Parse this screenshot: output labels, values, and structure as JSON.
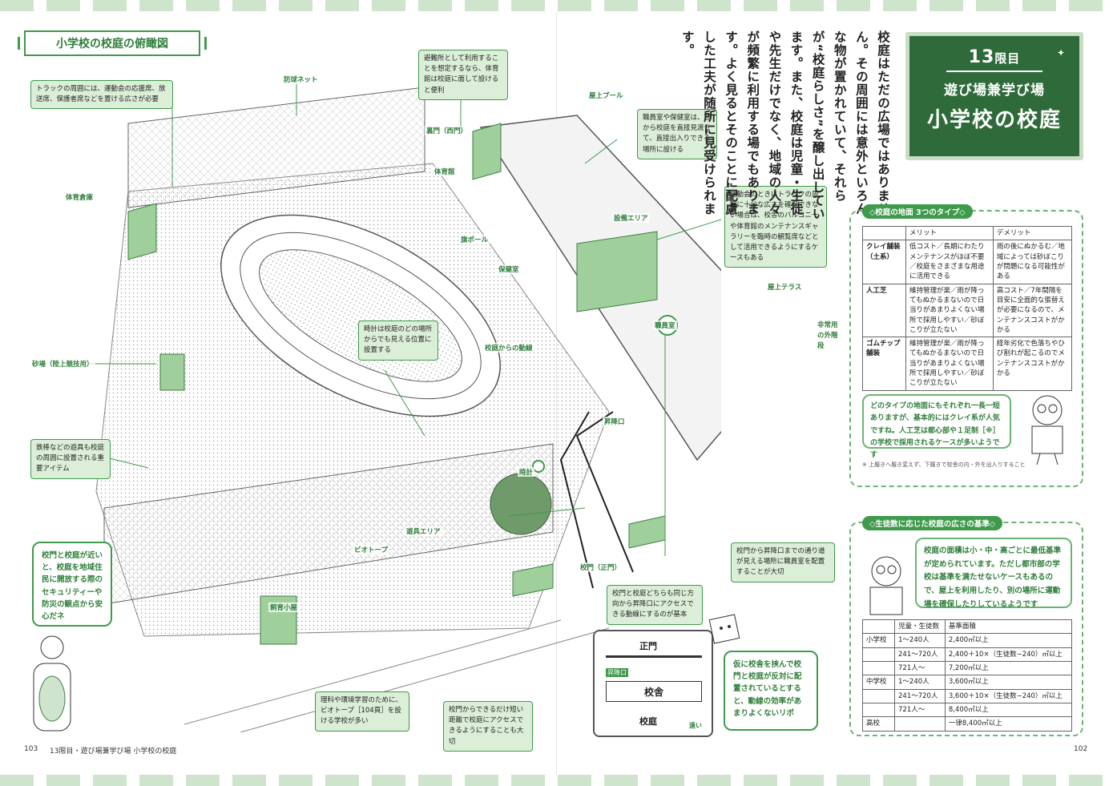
{
  "page_title": "小学校の校庭の俯瞰図",
  "labels": {
    "bosai_net": "防球ネット",
    "seimon_nishi": "裏門（西門）",
    "taiikukan": "体育館",
    "okujo_pool": "屋上プール",
    "taiiku_souko": "体育倉庫",
    "setsubi_area": "設備エリア",
    "hata_pole": "旗ポール",
    "hokenshitsu": "保健室",
    "okujo_terrace": "屋上テラス",
    "shokuinshitsu": "職員室",
    "hijoyo_kaidan": "非常用の外階段",
    "sunaba": "砂場（陸上競技用）",
    "kotei_doosen": "校庭からの動線",
    "shokoguchi": "昇降口",
    "tokei": "時計",
    "dougu_area": "遊具エリア",
    "biotope": "ビオトープ",
    "shiiku_goya": "飼育小屋",
    "komon_seimon": "校門（正門）"
  },
  "notes": {
    "track": "トラックの周囲には、運動会の応援席、放送席、保護者席などを置ける広さが必要",
    "hinanjo": "避難所として利用することを想定するなら、体育館は校庭に面して設けると便利",
    "shokuin_hoken": "職員室や保健室は、窓から校庭を直接見渡せて、直接出入りできる場所に設ける",
    "undokai": "運動会のときにトラックの周囲に十分な広さを確保できない場合は、校舎のバルコニーや体育館のメンテナンスギャラリーを臨時の観覧席などとして活用できるようにするケースもある",
    "tokei": "時計は校庭のどの場所からでも見える位置に設置する",
    "tetsubou": "鉄棒などの遊具も校庭の周囲に設置される重要アイテム",
    "biotope": "理科や環境学習のために、ビオトープ［104頁］を設ける学校が多い",
    "komon_short": "校門からできるだけ短い距離で校庭にアクセスできるようにすることも大切",
    "same_dir": "校門と校庭どちらも同じ方向から昇降口にアクセスできる動線にするのが基本",
    "shokuin_view": "校門から昇降口までの通り道が見える場所に職員室を配置することが大切"
  },
  "speech_left": "校門と校庭が近いと、校庭を地域住民に開放する際のセキュリティーや防災の観点から安心だネ",
  "speech_mini": "仮に校舎を挟んで校門と校庭が反対に配置されているとすると、動線の効率があまりよくないリポ",
  "mini_map": {
    "gate": "正門",
    "entrance": "昇降口",
    "building": "校舎",
    "yard": "校庭",
    "far": "遠い"
  },
  "board": {
    "period_num": "13",
    "period_unit": "限目",
    "subtitle": "遊び場兼学び場",
    "main": "小学校の校庭"
  },
  "intro": "校庭はただの広場ではありません。その周囲には意外といろんな物が置かれていて、それらが“校庭らしさ”を醸し出しています。また、校庭は児童・生徒や先生だけでなく、地域の人々が頻繁に利用する場でもあります。よく見るとそのことに配慮した工夫が随所に見受けられます。",
  "panel1": {
    "title": "◇校庭の地面 3つのタイプ◇",
    "headers": [
      "",
      "メリット",
      "デメリット"
    ],
    "rows": [
      [
        "クレイ舗装（土系）",
        "低コスト／長期にわたりメンテナンスがほぼ不要／校庭をさまざまな用途に活用できる",
        "雨の後にぬかるむ／地域によっては砂ぼこりが問題になる可能性がある"
      ],
      [
        "人工芝",
        "維持管理が楽／雨が降ってもぬかるまないので日当りがあまりよくない場所で採用しやすい／砂ぼこりが立たない",
        "高コスト／7年間隔を目安に全面的な張替えが必要になるので、メンテナンスコストがかかる"
      ],
      [
        "ゴムチップ舗装",
        "維持管理が楽／雨が降ってもぬかるまないので日当りがあまりよくない場所で採用しやすい／砂ぼこりが立たない",
        "経年劣化で色落ちやひび割れが起こるのでメンテナンスコストがかかる"
      ]
    ],
    "tip": "どのタイプの地面にもそれぞれ一長一短ありますが、基本的にはクレイ系が人気ですね。人工芝は都心部や１足制［※］の学校で採用されるケースが多いようです",
    "footnote": "※ 上履きへ履き変えず、下履きで校舎の内・外を出入りすること"
  },
  "panel2": {
    "title": "◇生徒数に応じた校庭の広さの基準◇",
    "tip": "校庭の面積は小・中・高ごとに最低基準が定められています。ただし都市部の学校は基準を満たせないケースもあるので、屋上を利用したり、別の場所に運動場を確保したりしているようです",
    "headers": [
      "",
      "児童・生徒数",
      "基準面積"
    ],
    "rows": [
      [
        "小学校",
        "1～240人",
        "2,400㎡以上"
      ],
      [
        "",
        "241～720人",
        "2,400＋10×（生徒数−240）㎡以上"
      ],
      [
        "",
        "721人～",
        "7,200㎡以上"
      ],
      [
        "中学校",
        "1～240人",
        "3,600㎡以上"
      ],
      [
        "",
        "241～720人",
        "3,600＋10×（生徒数−240）㎡以上"
      ],
      [
        "",
        "721人～",
        "8,400㎡以上"
      ],
      [
        "高校",
        "",
        "一律8,400㎡以上"
      ]
    ]
  },
  "folio": {
    "left_num": "103",
    "left_text": "13限目・遊び場兼学び場 小学校の校庭",
    "right_num": "102"
  }
}
